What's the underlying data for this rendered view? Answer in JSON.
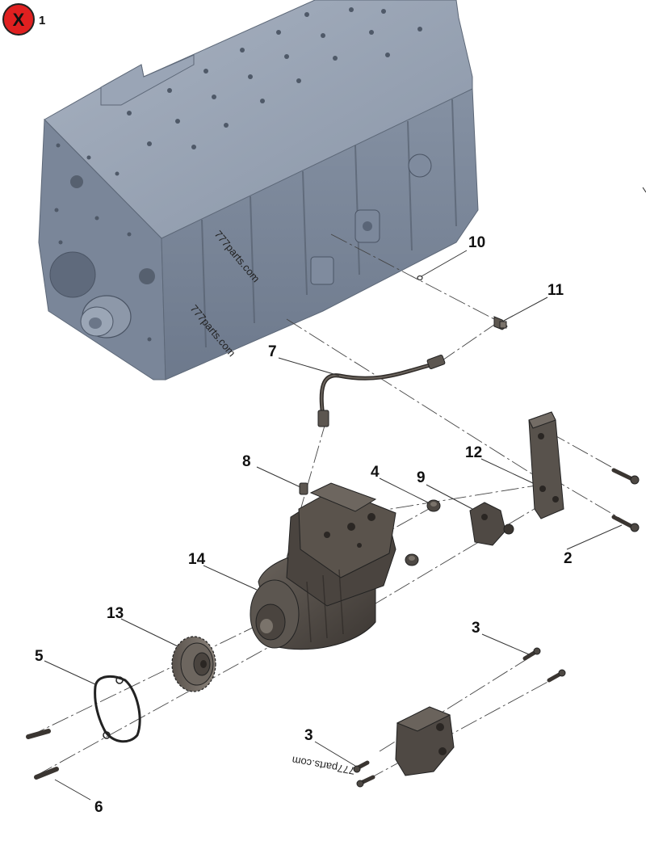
{
  "header": {
    "close_icon": "close-x-icon",
    "close_glyph": "X",
    "close_color": "#e02020",
    "figure_number": "1"
  },
  "callouts": {
    "c2": "2",
    "c3a": "3",
    "c3b": "3",
    "c4": "4",
    "c5": "5",
    "c6": "6",
    "c7": "7",
    "c8": "8",
    "c9": "9",
    "c10": "10",
    "c11": "11",
    "c12": "12",
    "c13": "13",
    "c14": "14"
  },
  "watermarks": {
    "w1": "777parts.com",
    "w2": "777parts.com",
    "w3": "777parts.com"
  },
  "colors": {
    "engine_block": "#8a96a8",
    "compressor": "#4a443f",
    "line": "#333333"
  }
}
